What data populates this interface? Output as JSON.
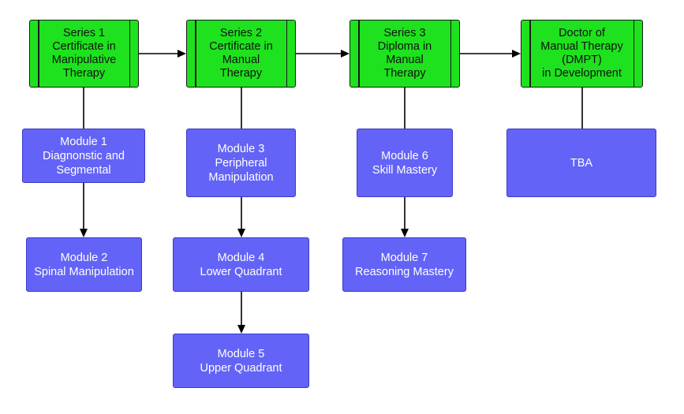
{
  "colors": {
    "series_fill": "#1ee21e",
    "module_fill": "#6363f7",
    "connector": "#000000"
  },
  "series": [
    {
      "id": "s1",
      "label": "Series 1\nCertificate in\nManipulative\nTherapy"
    },
    {
      "id": "s2",
      "label": "Series 2\nCertificate in\nManual\nTherapy"
    },
    {
      "id": "s3",
      "label": "Series 3\nDiploma in\nManual\nTherapy"
    },
    {
      "id": "s4",
      "label": "Doctor of\nManual Therapy\n(DMPT)\nin Development"
    }
  ],
  "modules": [
    {
      "id": "m1",
      "label": "Module 1\nDiagnonstic and\nSegmental"
    },
    {
      "id": "m2",
      "label": "Module 2\nSpinal Manipulation"
    },
    {
      "id": "m3",
      "label": "Module 3\nPeripheral\nManipulation"
    },
    {
      "id": "m4",
      "label": "Module 4\nLower Quadrant"
    },
    {
      "id": "m5",
      "label": "Module 5\nUpper Quadrant"
    },
    {
      "id": "m6",
      "label": "Module 6\nSkill Mastery"
    },
    {
      "id": "m7",
      "label": "Module 7\nReasoning Mastery"
    },
    {
      "id": "tba",
      "label": "TBA"
    }
  ],
  "edges": [
    {
      "from": "s1",
      "to": "s2",
      "arrow": true
    },
    {
      "from": "s2",
      "to": "s3",
      "arrow": true
    },
    {
      "from": "s3",
      "to": "s4",
      "arrow": true
    },
    {
      "from": "s1",
      "to": "m1",
      "arrow": false
    },
    {
      "from": "m1",
      "to": "m2",
      "arrow": true
    },
    {
      "from": "s2",
      "to": "m3",
      "arrow": false
    },
    {
      "from": "m3",
      "to": "m4",
      "arrow": true
    },
    {
      "from": "m4",
      "to": "m5",
      "arrow": true
    },
    {
      "from": "s3",
      "to": "m6",
      "arrow": false
    },
    {
      "from": "m6",
      "to": "m7",
      "arrow": true
    },
    {
      "from": "s4",
      "to": "tba",
      "arrow": false
    }
  ]
}
